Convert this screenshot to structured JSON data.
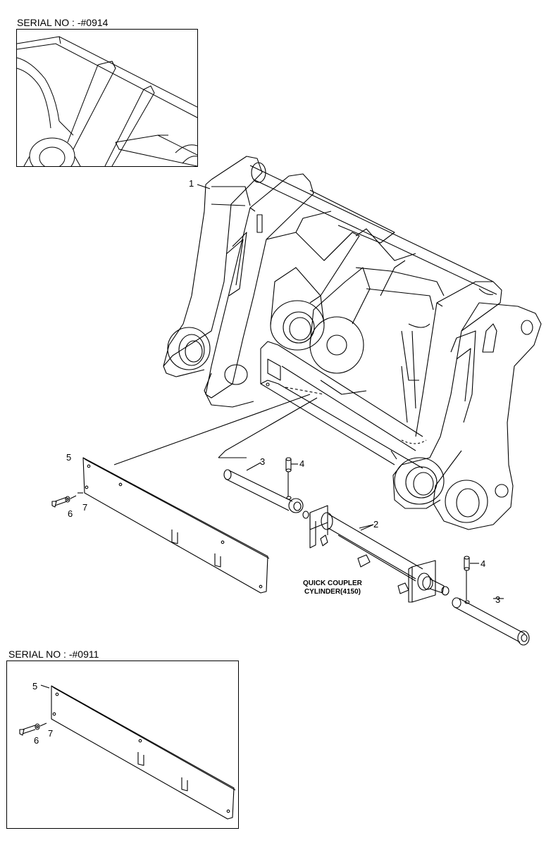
{
  "insets": [
    {
      "serial": "SERIAL NO : -#0914"
    },
    {
      "serial": "SERIAL NO : -#0911"
    }
  ],
  "callouts": {
    "cylinder_line1": "QUICK COUPLER",
    "cylinder_line2": "CYLINDER(4150)"
  },
  "part_numbers": {
    "p1": "1",
    "p2": "2",
    "p3_left": "3",
    "p3_right": "3",
    "p4_left": "4",
    "p4_right": "4",
    "p5_main": "5",
    "p6_main": "6",
    "p7_main": "7",
    "p5_inset": "5",
    "p6_inset": "6",
    "p7_inset": "7"
  },
  "colors": {
    "line": "#000000",
    "background": "#ffffff"
  }
}
